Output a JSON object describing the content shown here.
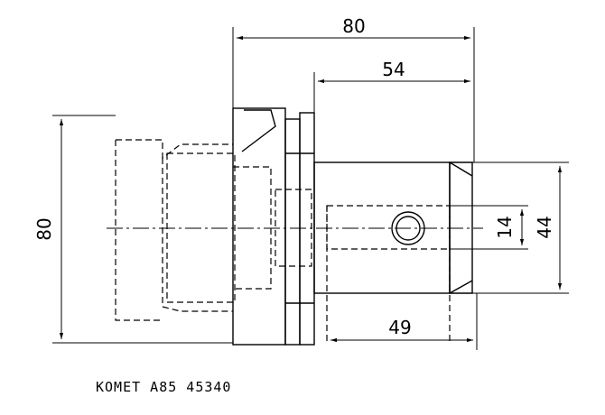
{
  "drawing": {
    "dimensions": {
      "overall_length": "80",
      "shank_length": "54",
      "height": "80",
      "bore_depth": "49",
      "bore_diameter": "14",
      "shank_diameter": "44"
    },
    "caption": "KOMET A85 45340",
    "colors": {
      "line": "#000000",
      "background": "#ffffff"
    }
  }
}
